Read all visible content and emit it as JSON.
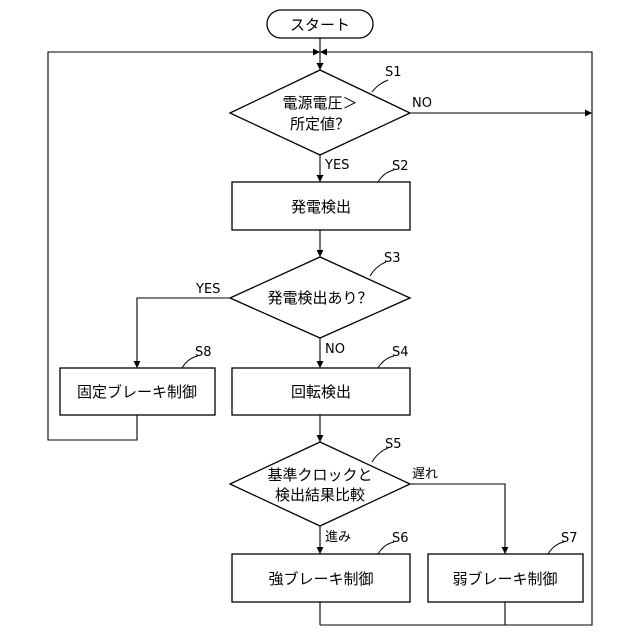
{
  "diagram": {
    "start": "スタート",
    "s1": {
      "step": "S1",
      "line1": "電源電圧＞",
      "line2": "所定値？",
      "no": "NO",
      "yes": "YES"
    },
    "s2": {
      "step": "S2",
      "label": "発電検出"
    },
    "s3": {
      "step": "S3",
      "label": "発電検出あり？",
      "yes": "YES",
      "no": "NO"
    },
    "s4": {
      "step": "S4",
      "label": "回転検出"
    },
    "s5": {
      "step": "S5",
      "line1": "基準クロックと",
      "line2": "検出結果比較",
      "late": "遅れ",
      "ahead": "進み"
    },
    "s6": {
      "step": "S6",
      "label": "強ブレーキ制御"
    },
    "s7": {
      "step": "S7",
      "label": "弱ブレーキ制御"
    },
    "s8": {
      "step": "S8",
      "label": "固定ブレーキ制御"
    }
  }
}
